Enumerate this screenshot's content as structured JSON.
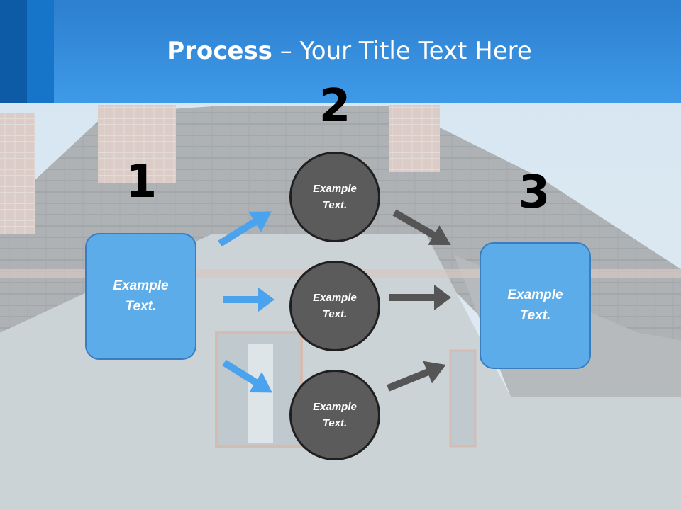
{
  "title": {
    "bold": "Process",
    "rest": " – Your Title Text Here"
  },
  "steps": [
    {
      "number": "1",
      "label": "Example\nText."
    },
    {
      "number": "2",
      "labels": [
        "Example\nText.",
        "Example\nText.",
        "Example\nText."
      ]
    },
    {
      "number": "3",
      "label": "Example\nText."
    }
  ],
  "colors": {
    "header": "#3e9ae8",
    "box_fill": "#5cace9",
    "circle_fill": "#5b5b5b",
    "arrow_blue": "#4aa3ec",
    "arrow_gray": "#555555"
  }
}
